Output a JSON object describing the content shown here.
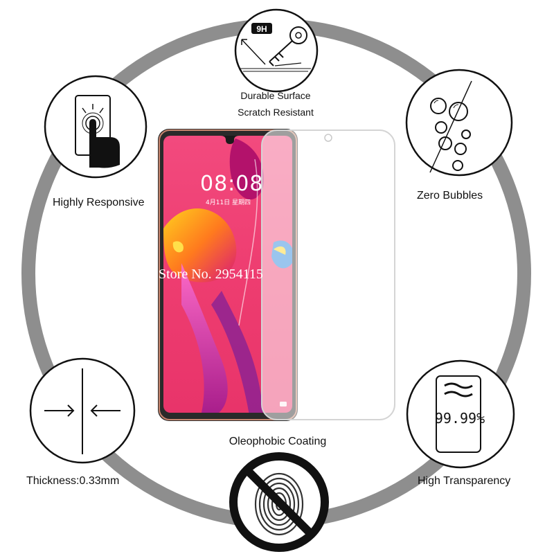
{
  "features": {
    "durable": {
      "label_1": "Durable Surface",
      "label_2": "Scratch Resistant",
      "hardness_badge": "9H"
    },
    "responsive": {
      "label": "Highly Responsive"
    },
    "bubbles": {
      "label": "Zero Bubbles"
    },
    "thickness": {
      "label": "Thickness:0.33mm"
    },
    "transparency": {
      "label": "High Transparency",
      "value_text": "99.99%"
    },
    "oleophobic": {
      "label": "Oleophobic Coating"
    }
  },
  "phone": {
    "clock": "08:08",
    "date": "4月11日 星期四",
    "watermark": "Store No. 2954115"
  },
  "colors": {
    "ring": "#8e8e8e",
    "circle_border": "#111111",
    "screen_pink": "#ef3b72",
    "phone_frame": "#c8856e"
  },
  "icons": {
    "durable": "key-scratch-icon",
    "responsive": "touch-finger-icon",
    "bubbles": "bubbles-icon",
    "thickness": "arrows-thickness-icon",
    "transparency": "transparency-icon",
    "oleophobic": "no-fingerprint-icon"
  }
}
